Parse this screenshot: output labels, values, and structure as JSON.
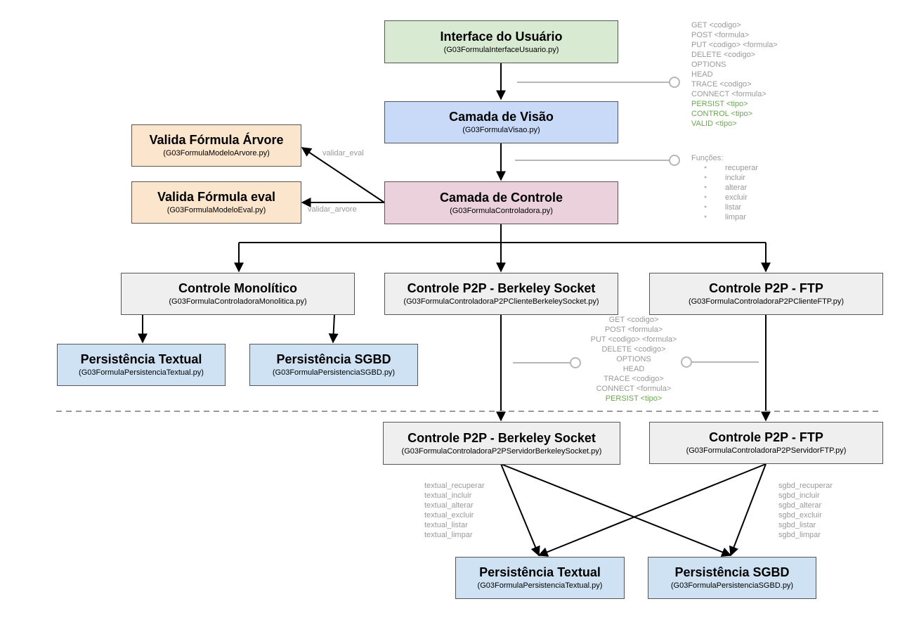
{
  "boxes": {
    "interface": {
      "title": "Interface do Usuário",
      "file": "(G03FormulaInterfaceUsuario.py)"
    },
    "visao": {
      "title": "Camada de Visão",
      "file": "(G03FormulaVisao.py)"
    },
    "controle": {
      "title": "Camada de Controle",
      "file": "(G03FormulaControladora.py)"
    },
    "arvore": {
      "title": "Valida Fórmula Árvore",
      "file": "(G03FormulaModeloArvore.py)"
    },
    "eval": {
      "title": "Valida Fórmula eval",
      "file": "(G03FormulaModeloEval.py)"
    },
    "monolitico": {
      "title": "Controle Monolítico",
      "file": "(G03FormulaControladoraMonolitica.py)"
    },
    "p2p_socket_cliente": {
      "title": "Controle P2P - Berkeley Socket",
      "file": "(G03FormulaControladoraP2PClienteBerkeleySocket.py)"
    },
    "p2p_ftp_cliente": {
      "title": "Controle P2P - FTP",
      "file": "(G03FormulaControladoraP2PClienteFTP.py)"
    },
    "pers_textual_1": {
      "title": "Persistência Textual",
      "file": "(G03FormulaPersistenciaTextual.py)"
    },
    "pers_sgbd_1": {
      "title": "Persistência SGBD",
      "file": "(G03FormulaPersistenciaSGBD.py)"
    },
    "p2p_socket_servidor": {
      "title": "Controle P2P - Berkeley Socket",
      "file": "(G03FormulaControladoraP2PServidorBerkeleySocket.py)"
    },
    "p2p_ftp_servidor": {
      "title": "Controle P2P - FTP",
      "file": "(G03FormulaControladoraP2PServidorFTP.py)"
    },
    "pers_textual_2": {
      "title": "Persistência Textual",
      "file": "(G03FormulaPersistenciaTextual.py)"
    },
    "pers_sgbd_2": {
      "title": "Persistência SGBD",
      "file": "(G03FormulaPersistenciaSGBD.py)"
    }
  },
  "edge_labels": {
    "validar_eval": "validar_eval",
    "validar_arvore": "validar_arvore"
  },
  "http_methods_top": [
    {
      "text": "GET <codigo>",
      "highlight": false
    },
    {
      "text": "POST <formula>",
      "highlight": false
    },
    {
      "text": "PUT <codigo> <formula>",
      "highlight": false
    },
    {
      "text": "DELETE <codigo>",
      "highlight": false
    },
    {
      "text": "OPTIONS",
      "highlight": false
    },
    {
      "text": "HEAD",
      "highlight": false
    },
    {
      "text": "TRACE <codigo>",
      "highlight": false
    },
    {
      "text": "CONNECT <formula>",
      "highlight": false
    },
    {
      "text": "PERSIST <tipo>",
      "highlight": true
    },
    {
      "text": "CONTROL <tipo>",
      "highlight": true
    },
    {
      "text": "VALID <tipo>",
      "highlight": true
    }
  ],
  "funcoes": {
    "title": "Funções:",
    "items": [
      "recuperar",
      "incluir",
      "alterar",
      "excluir",
      "listar",
      "limpar"
    ]
  },
  "http_methods_mid": [
    {
      "text": "GET <codigo>",
      "highlight": false
    },
    {
      "text": "POST <formula>",
      "highlight": false
    },
    {
      "text": "PUT <codigo> <formula>",
      "highlight": false
    },
    {
      "text": "DELETE <codigo>",
      "highlight": false
    },
    {
      "text": "OPTIONS",
      "highlight": false
    },
    {
      "text": "HEAD",
      "highlight": false
    },
    {
      "text": "TRACE <codigo>",
      "highlight": false
    },
    {
      "text": "CONNECT <formula>",
      "highlight": false
    },
    {
      "text": "PERSIST <tipo>",
      "highlight": true
    }
  ],
  "textual_ops": [
    "textual_recuperar",
    "textual_incluir",
    "textual_alterar",
    "textual_excluir",
    "textual_listar",
    "textual_limpar"
  ],
  "sgbd_ops": [
    "sgbd_recuperar",
    "sgbd_incluir",
    "sgbd_alterar",
    "sgbd_excluir",
    "sgbd_listar",
    "sgbd_limpar"
  ],
  "colors": {
    "arrow": "#000000",
    "interface_line": "#b7b7b7",
    "divider": "#999999",
    "highlight_text": "#6aa84f",
    "muted_text": "#999999"
  }
}
